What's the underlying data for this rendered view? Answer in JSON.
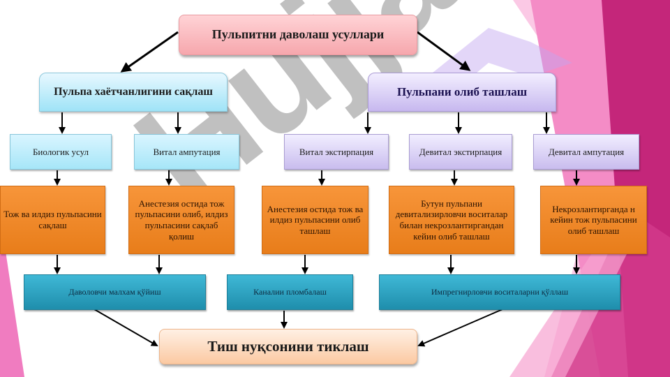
{
  "diagram": {
    "root": "Пульпитни даволаш усуллари",
    "branches": [
      {
        "title": "Пульпа хаётчанлигини сақлаш",
        "methods": [
          {
            "name": "Биологик усул",
            "description": "Тож ва илдиз пульпасини сақлаш"
          },
          {
            "name": "Витал ампутация",
            "description": "Анестезия остида тож пульпасини олиб, илдиз пульпасини сақлаб қолиш"
          }
        ]
      },
      {
        "title": "Пульпани олиб ташлаш",
        "methods": [
          {
            "name": "Витал экстирпация",
            "description": "Анестезия остида тож ва илдиз пульпасини олиб ташлаш"
          },
          {
            "name": "Девитал экстирпация",
            "description": "Бутун пульпани девитализирловчи воситалар билан некрозлантиргандан кейин олиб ташлаш"
          },
          {
            "name": "Девитал ампутация",
            "description": "Некрозлантирганда н кейин тож пульпасини олиб ташлаш"
          }
        ]
      }
    ],
    "treatments": [
      "Даволовчи малхам қўйиш",
      "Каналии пломбалаш",
      "Импрегнирловчи воситаларни қўллаш"
    ],
    "final": "Тиш нуқсонини тиклаш"
  },
  "watermark": "Hujjat",
  "colors": {
    "root_fill": "#f6a7ad",
    "branch_left_fill": "#9fe3f7",
    "branch_right_fill": "#c7b8ef",
    "description_fill": "#e87d1a",
    "treatment_fill": "#1f8eac",
    "final_fill": "#fbc9a2",
    "decoration_pink": "#f27fbf",
    "decoration_magenta": "#c4267a"
  }
}
